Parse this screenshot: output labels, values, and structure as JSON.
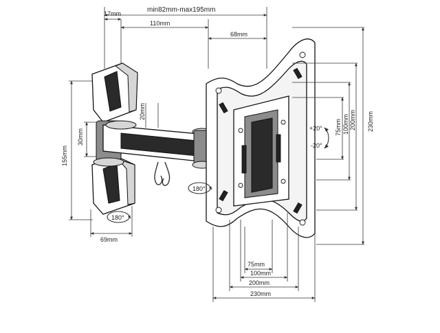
{
  "dimensions": {
    "top_left": "17mm",
    "top_range": "min82mm-max195mm",
    "top_arm": "110mm",
    "top_right": "68mm",
    "arm_height": "20mm",
    "joint_height": "30mm",
    "wall_plate_height": "155mm",
    "wall_plate_depth": "69mm",
    "plate_v1": "75mm",
    "plate_v2": "100mm",
    "plate_v3": "200mm",
    "plate_v4": "230mm",
    "plate_h1": "75mm",
    "plate_h2": "100mm",
    "plate_h3": "200mm",
    "plate_h4": "230mm"
  },
  "rotation": {
    "tilt_up": "+20°",
    "tilt_down": "-20°",
    "swivel_wall": "180°",
    "swivel_plate": "180°"
  }
}
